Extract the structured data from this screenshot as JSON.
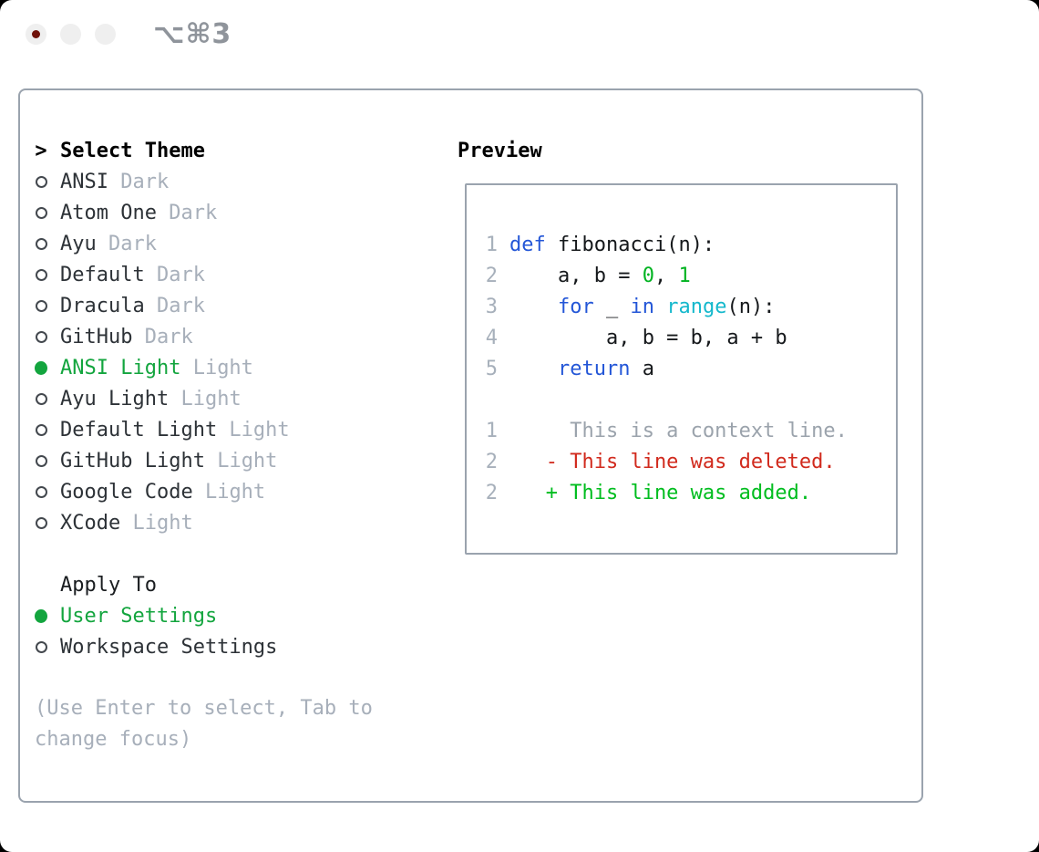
{
  "window": {
    "title": "⌥⌘3",
    "traffic_lights": {
      "close": "#f05c52",
      "minimize": "#f6bd40",
      "zoom": "#33c748"
    }
  },
  "panel": {
    "theme_header": "Select Theme",
    "cursor": ">",
    "themes": [
      {
        "name": "ANSI",
        "variant": "Dark",
        "selected": false
      },
      {
        "name": "Atom One",
        "variant": "Dark",
        "selected": false
      },
      {
        "name": "Ayu",
        "variant": "Dark",
        "selected": false
      },
      {
        "name": "Default",
        "variant": "Dark",
        "selected": false
      },
      {
        "name": "Dracula",
        "variant": "Dark",
        "selected": false
      },
      {
        "name": "GitHub",
        "variant": "Dark",
        "selected": false
      },
      {
        "name": "ANSI Light",
        "variant": "Light",
        "selected": true
      },
      {
        "name": "Ayu Light",
        "variant": "Light",
        "selected": false
      },
      {
        "name": "Default Light",
        "variant": "Light",
        "selected": false
      },
      {
        "name": "GitHub Light",
        "variant": "Light",
        "selected": false
      },
      {
        "name": "Google Code",
        "variant": "Light",
        "selected": false
      },
      {
        "name": "XCode",
        "variant": "Light",
        "selected": false
      }
    ],
    "apply_header": "Apply To",
    "apply_options": [
      {
        "name": "User Settings",
        "selected": true
      },
      {
        "name": "Workspace Settings",
        "selected": false
      }
    ],
    "hint": "(Use Enter to select, Tab to change focus)"
  },
  "preview": {
    "header": "Preview",
    "colors": {
      "text": "#15181b",
      "keyword": "#2356d7",
      "builtin": "#14b8cc",
      "number": "#00b321",
      "context": "#9ba3ac",
      "deleted": "#d12a1d",
      "added": "#00bd1f",
      "accent_green": "#13a53e"
    },
    "code_lines": [
      {
        "num": "1",
        "segments": [
          {
            "t": "def",
            "c": "keyword"
          },
          {
            "t": " fibonacci(n):",
            "c": "text"
          }
        ]
      },
      {
        "num": "2",
        "segments": [
          {
            "t": "    a, b = ",
            "c": "text"
          },
          {
            "t": "0",
            "c": "number"
          },
          {
            "t": ", ",
            "c": "text"
          },
          {
            "t": "1",
            "c": "number"
          }
        ]
      },
      {
        "num": "3",
        "segments": [
          {
            "t": "    ",
            "c": "text"
          },
          {
            "t": "for",
            "c": "keyword"
          },
          {
            "t": " _ ",
            "c": "text"
          },
          {
            "t": "in",
            "c": "keyword"
          },
          {
            "t": " ",
            "c": "text"
          },
          {
            "t": "range",
            "c": "builtin"
          },
          {
            "t": "(n):",
            "c": "text"
          }
        ]
      },
      {
        "num": "4",
        "segments": [
          {
            "t": "        a, b = b, a + b",
            "c": "text"
          }
        ]
      },
      {
        "num": "5",
        "segments": [
          {
            "t": "    ",
            "c": "text"
          },
          {
            "t": "return",
            "c": "keyword"
          },
          {
            "t": " a",
            "c": "text"
          }
        ]
      }
    ],
    "diff_lines": [
      {
        "num": "1",
        "segments": [
          {
            "t": "     This is a context line.",
            "c": "context"
          }
        ]
      },
      {
        "num": "2",
        "segments": [
          {
            "t": "   - This line was deleted.",
            "c": "deleted"
          }
        ]
      },
      {
        "num": "2",
        "segments": [
          {
            "t": "   + This line was added.",
            "c": "added"
          }
        ]
      }
    ]
  }
}
